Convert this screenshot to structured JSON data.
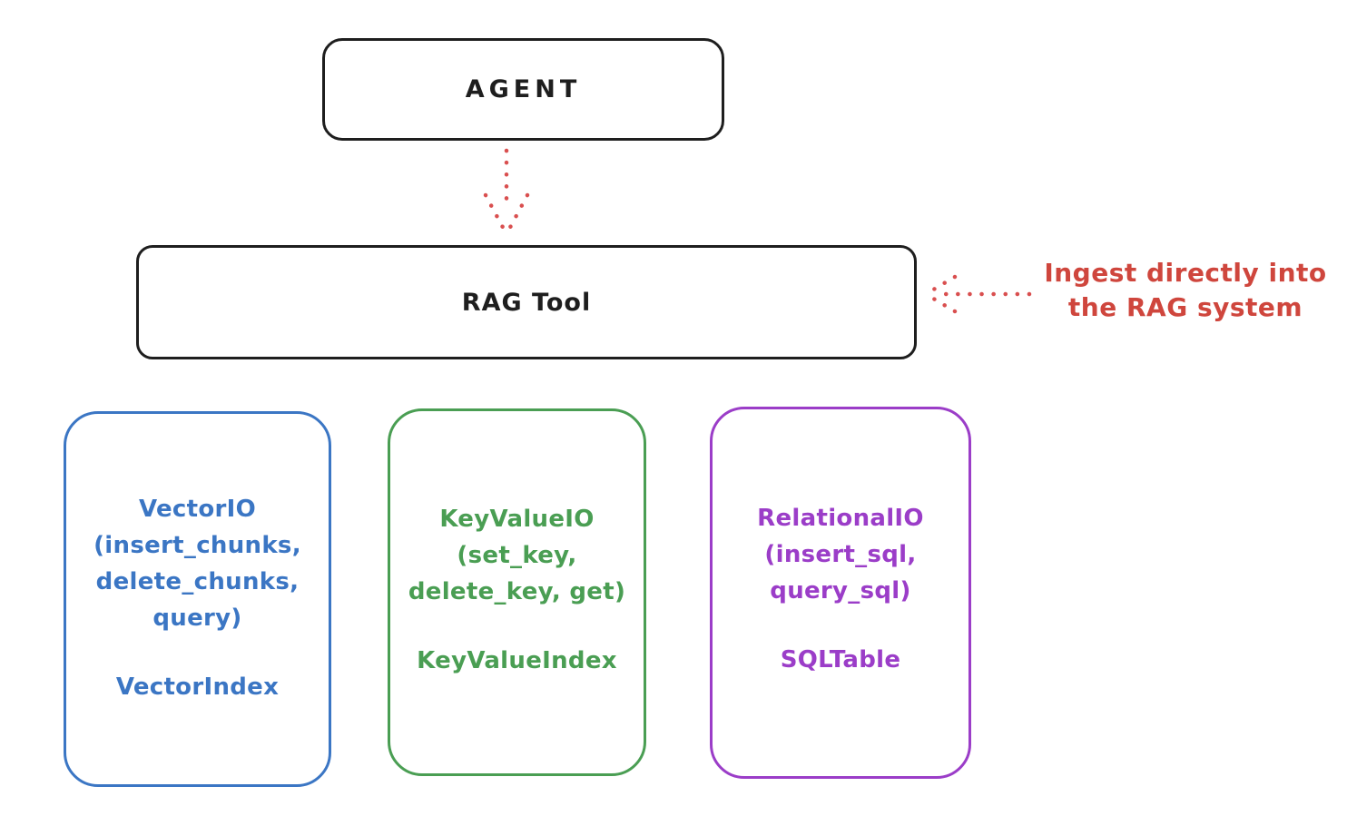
{
  "background": "#ffffff",
  "ink_color": "#1e1e1e",
  "agent_box": {
    "label": "AGENT"
  },
  "rag_box": {
    "label": "RAG Tool"
  },
  "flow_arrow": {
    "color": "#d94f4f"
  },
  "ingest_annotation": {
    "arrow_color": "#d94f4f",
    "text_color": "#cf463d",
    "line1": "Ingest directly into",
    "line2": "the RAG system"
  },
  "io_boxes": [
    {
      "color": "#3b76c4",
      "lines": [
        "VectorIO",
        "(insert_chunks,",
        "delete_chunks,",
        "query)"
      ],
      "footer": "VectorIndex"
    },
    {
      "color": "#4a9e53",
      "lines": [
        "KeyValueIO",
        "(set_key,",
        "delete_key, get)"
      ],
      "footer": "KeyValueIndex"
    },
    {
      "color": "#9b3dc8",
      "lines": [
        "RelationalIO",
        "(insert_sql,",
        "query_sql)"
      ],
      "footer": "SQLTable"
    }
  ]
}
